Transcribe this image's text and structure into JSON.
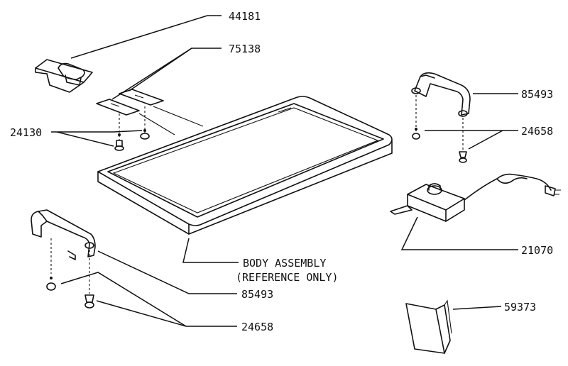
{
  "labels": {
    "p44181": "44181",
    "p75138": "75138",
    "p24130": "24130",
    "p85493_right": "85493",
    "p24658_right": "24658",
    "p21070": "21070",
    "body_line1": "BODY ASSEMBLY",
    "body_line2": "(REFERENCE ONLY)",
    "p85493_left": "85493",
    "p24658_left": "24658",
    "p59373": "59373"
  }
}
